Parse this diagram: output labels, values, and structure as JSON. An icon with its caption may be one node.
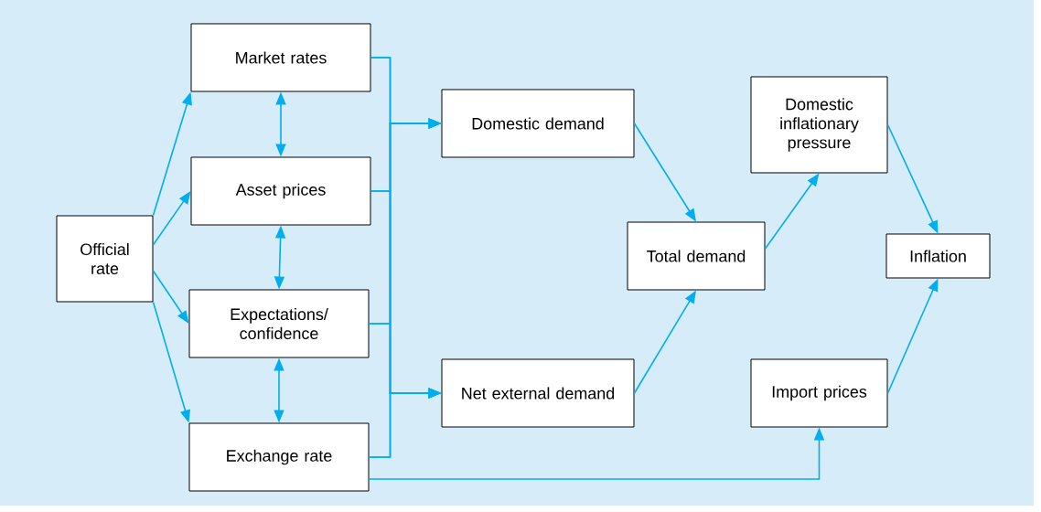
{
  "diagram": {
    "nodes": [
      {
        "text": [
          "Official rate"
        ]
      },
      {
        "text": [
          "Market rates"
        ]
      },
      {
        "text": [
          "Asset prices"
        ]
      },
      {
        "text": [
          "Expectations/ confidence"
        ]
      },
      {
        "text": [
          "Exchange rate"
        ]
      },
      {
        "text": [
          "Domestic demand"
        ]
      },
      {
        "text": [
          "Net external demand"
        ]
      },
      {
        "text": [
          "Total demand"
        ]
      },
      {
        "text": [
          "Domestic inflationary pressure"
        ]
      },
      {
        "text": [
          "Import prices"
        ]
      },
      {
        "text": [
          "Inflation"
        ]
      }
    ],
    "edges": [
      {
        "from": 0,
        "to": 1,
        "arrow": "to"
      },
      {
        "from": 0,
        "to": 2,
        "arrow": "to"
      },
      {
        "from": 0,
        "to": 3,
        "arrow": "to"
      },
      {
        "from": 0,
        "to": 4,
        "arrow": "to"
      },
      {
        "from": 1,
        "to": 2,
        "arrow": "both"
      },
      {
        "from": 2,
        "to": 3,
        "arrow": "both"
      },
      {
        "from": 3,
        "to": 4,
        "arrow": "both"
      },
      {
        "from": 1,
        "to": 5,
        "arrow": "to"
      },
      {
        "from": 2,
        "to": 5,
        "arrow": "to"
      },
      {
        "from": 3,
        "to": 5,
        "arrow": "to"
      },
      {
        "from": 4,
        "to": 5,
        "arrow": "to"
      },
      {
        "from": 1,
        "to": 6,
        "arrow": "to"
      },
      {
        "from": 2,
        "to": 6,
        "arrow": "to"
      },
      {
        "from": 3,
        "to": 6,
        "arrow": "to"
      },
      {
        "from": 4,
        "to": 6,
        "arrow": "to"
      },
      {
        "from": 5,
        "to": 7,
        "arrow": "to"
      },
      {
        "from": 6,
        "to": 7,
        "arrow": "to"
      },
      {
        "from": 7,
        "to": 8,
        "arrow": "to"
      },
      {
        "from": 8,
        "to": 10,
        "arrow": "to"
      },
      {
        "from": 9,
        "to": 10,
        "arrow": "to"
      },
      {
        "from": 4,
        "to": 9,
        "arrow": "to"
      }
    ]
  }
}
